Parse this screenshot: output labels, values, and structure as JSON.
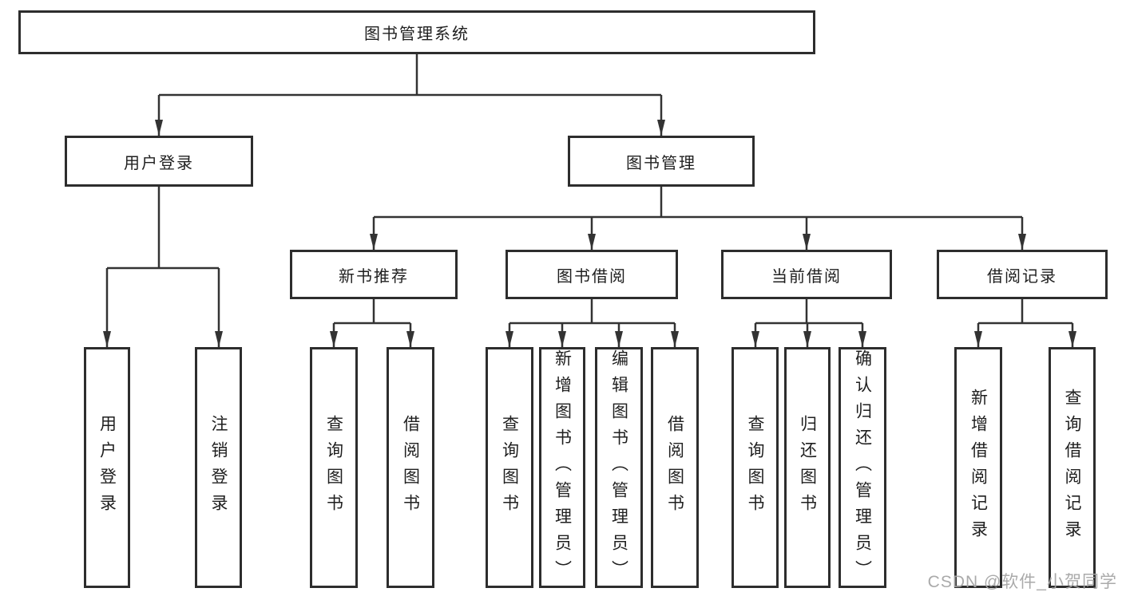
{
  "tree": {
    "root": {
      "label": "图书管理系统"
    },
    "level2": [
      {
        "label": "用户登录",
        "children": [
          {
            "label": "用户登录"
          },
          {
            "label": "注销登录"
          }
        ]
      },
      {
        "label": "图书管理",
        "children": [
          {
            "label": "新书推荐",
            "children": [
              {
                "label": "查询图书"
              },
              {
                "label": "借阅图书"
              }
            ]
          },
          {
            "label": "图书借阅",
            "children": [
              {
                "label": "查询图书"
              },
              {
                "label": "新增图书（管理员）"
              },
              {
                "label": "编辑图书（管理员）"
              },
              {
                "label": "借阅图书"
              }
            ]
          },
          {
            "label": "当前借阅",
            "children": [
              {
                "label": "查询图书"
              },
              {
                "label": "归还图书"
              },
              {
                "label": "确认归还（管理员）"
              }
            ]
          },
          {
            "label": "借阅记录",
            "children": [
              {
                "label": "新增借阅记录"
              },
              {
                "label": "查询借阅记录"
              }
            ]
          }
        ]
      }
    ]
  },
  "watermark": "CSDN @软件_小贺同学",
  "colors": {
    "line": "#333333",
    "box_border": "#2d2d2d",
    "text": "#1f1f1f",
    "watermark": "#a5a5a5",
    "background": "#ffffff"
  }
}
